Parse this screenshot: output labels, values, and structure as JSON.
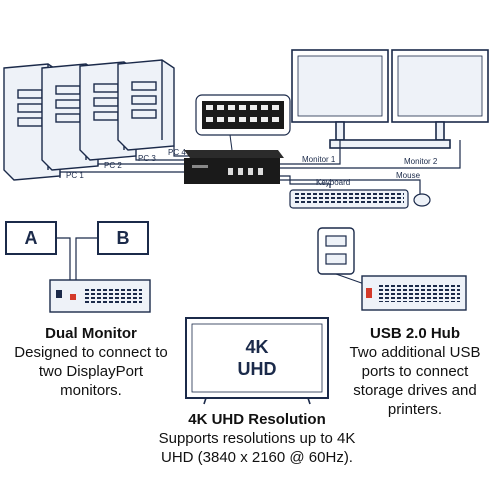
{
  "top_diagram": {
    "pc_labels": [
      "PC 1",
      "PC 2",
      "PC 3",
      "PC 4"
    ],
    "monitor_labels": [
      "Monitor 1",
      "Monitor 2"
    ],
    "keyboard_label": "Keyboard",
    "mouse_label": "Mouse"
  },
  "dual_monitor": {
    "monitor_a": "A",
    "monitor_b": "B",
    "title": "Dual Monitor",
    "line1": "Designed to connect to",
    "line2": "two DisplayPort",
    "line3": "monitors."
  },
  "usb_hub": {
    "title": "USB 2.0 Hub",
    "line1": "Two additional USB",
    "line2": "ports to connect",
    "line3": "storage drives and",
    "line4": "printers."
  },
  "uhd": {
    "screen_line1": "4K",
    "screen_line2": "UHD",
    "title": "4K UHD Resolution",
    "line1": "Supports resolutions up to 4K",
    "line2": "UHD (3840 x 2160 @ 60Hz)."
  },
  "colors": {
    "line": "#1b2a4a",
    "fill": "#eef2f8",
    "screen": "#ffffff",
    "device": "#1a1a1a"
  }
}
